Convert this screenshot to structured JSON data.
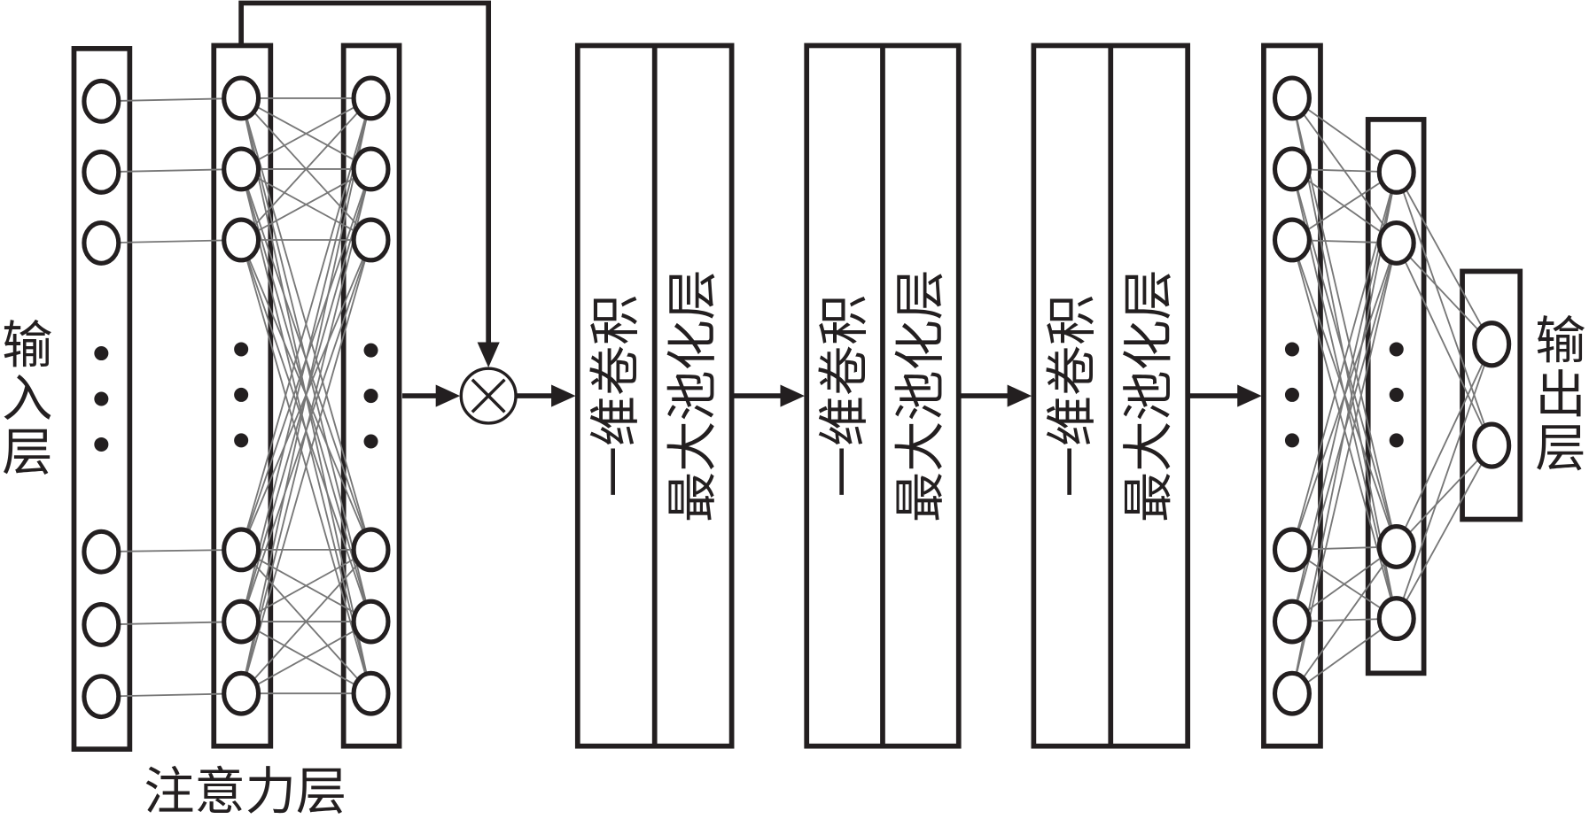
{
  "labels": {
    "input_layer": "输入层",
    "attention_layer": "注意力层",
    "output_layer": "输出层"
  },
  "blocks": [
    {
      "conv": "一维卷积",
      "pool": "最大池化层"
    },
    {
      "conv": "一维卷积",
      "pool": "最大池化层"
    },
    {
      "conv": "一维卷积",
      "pool": "最大池化层"
    }
  ],
  "icons": {
    "operator": "multiply-icon"
  }
}
